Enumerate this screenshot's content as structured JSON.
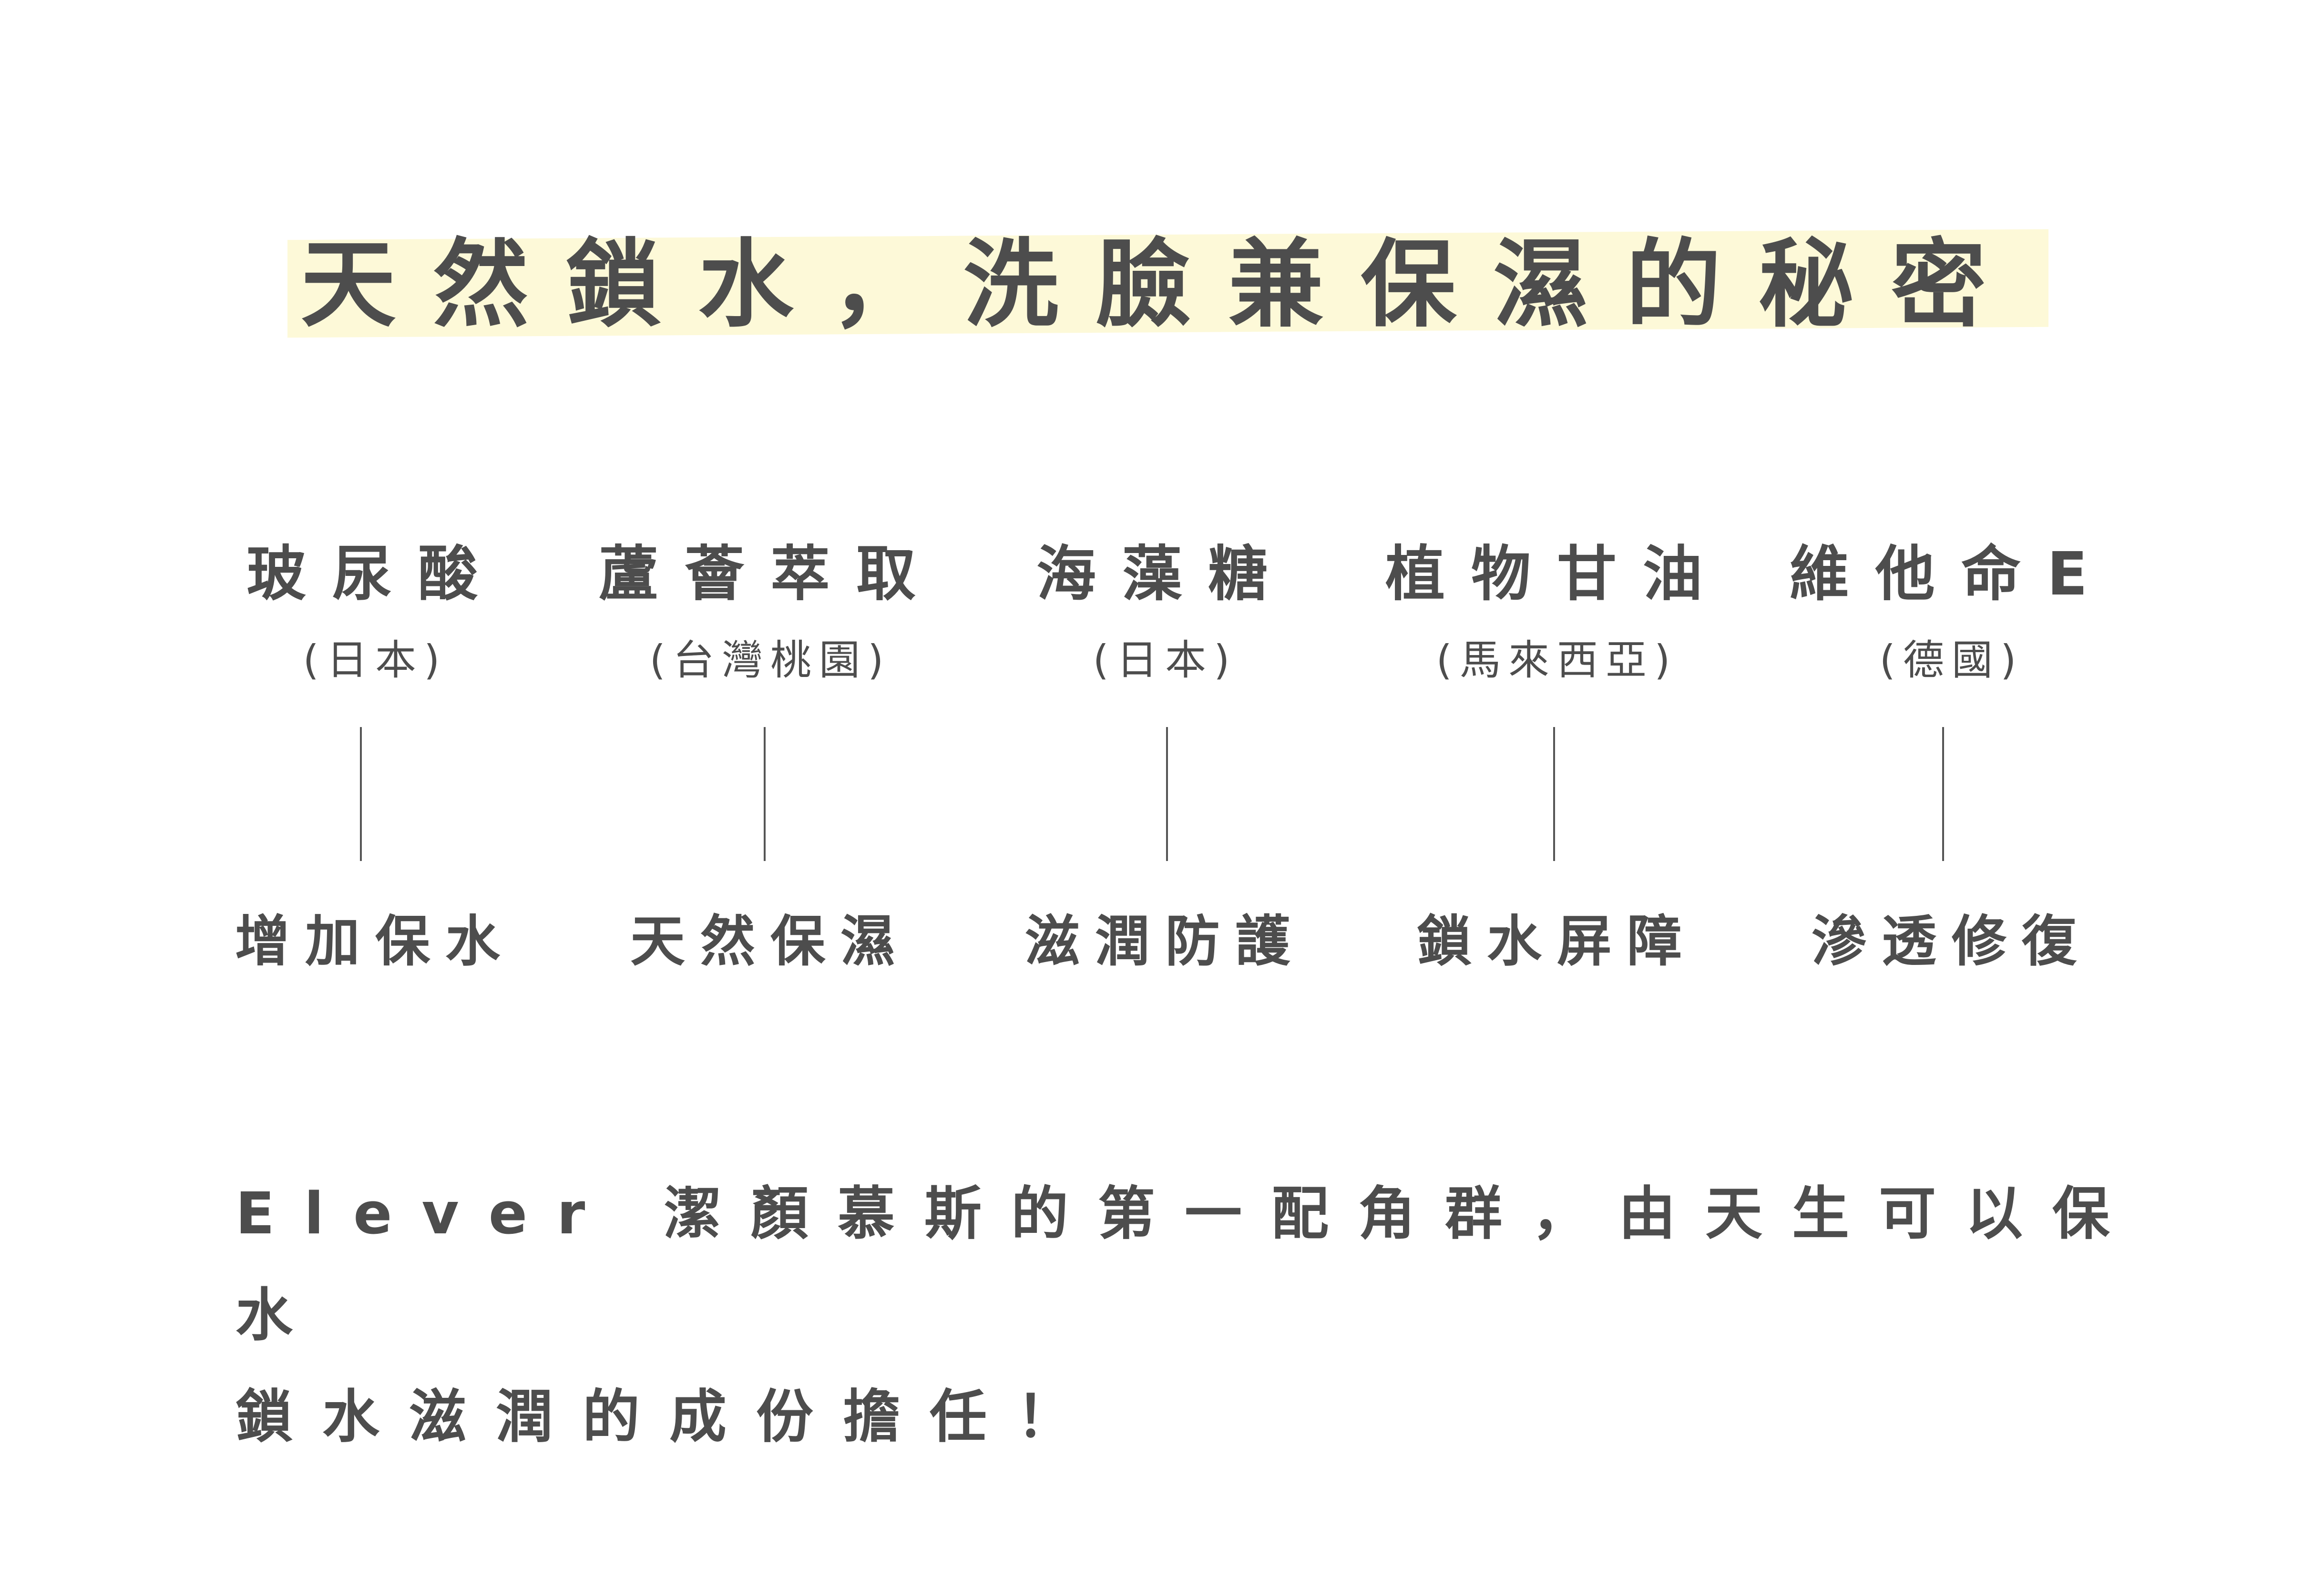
{
  "title": "天然鎖水，洗臉兼保濕的秘密",
  "colors": {
    "text": "#4d4d4d",
    "highlight": "#fdf9d8"
  },
  "ingredients": [
    {
      "name": "玻尿酸",
      "origin": "(日本)",
      "benefit": "增加保水"
    },
    {
      "name": "蘆薈萃取",
      "origin": "(台灣桃園)",
      "benefit": "天然保濕"
    },
    {
      "name": "海藻糖",
      "origin": "(日本)",
      "benefit": "滋潤防護"
    },
    {
      "name": "植物甘油",
      "origin": "(馬來西亞)",
      "benefit": "鎖水屏障"
    },
    {
      "name": "維他命E",
      "origin": "(德國)",
      "benefit": "滲透修復"
    }
  ],
  "paragraph": {
    "line1": "Elever 潔顏慕斯的第一配角群，由天生可以保水",
    "line2": "鎖水滋潤的成份擔任！"
  }
}
